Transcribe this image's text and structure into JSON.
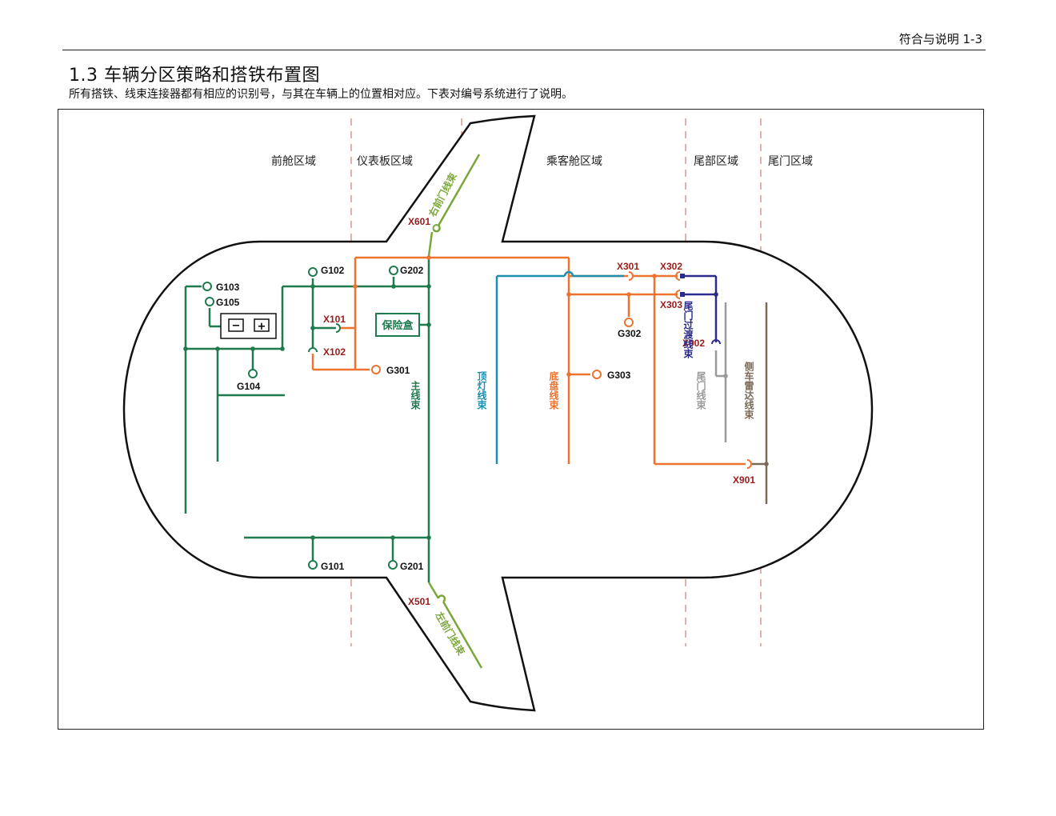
{
  "header": {
    "page_ref": "符合与说明 1-3"
  },
  "section": {
    "title": "1.3 车辆分区策略和搭铁布置图",
    "description": "所有搭铁、线束连接器都有相应的识别号，与其在车辆上的位置相对应。下表对编号系统进行了说明。"
  },
  "zones": [
    {
      "label": "前舱区域"
    },
    {
      "label": "仪表板区域"
    },
    {
      "label": "乘客舱区域"
    },
    {
      "label": "尾部区域"
    },
    {
      "label": "尾门区域"
    }
  ],
  "grounds": {
    "g101": "G101",
    "g102": "G102",
    "g103": "G103",
    "g104": "G104",
    "g105": "G105",
    "g201": "G201",
    "g202": "G202",
    "g301": "G301",
    "g302": "G302",
    "g303": "G303"
  },
  "connectors": {
    "x101": "X101",
    "x102": "X102",
    "x301": "X301",
    "x302": "X302",
    "x303": "X303",
    "x501": "X501",
    "x601": "X601",
    "x901": "X901",
    "x902": "X902"
  },
  "harnesses": {
    "right_front_door": {
      "label": "右前门线束",
      "color": "#7aa63a"
    },
    "left_front_door": {
      "label": "左前门线束",
      "color": "#7aa63a"
    },
    "main": {
      "label": "主线束",
      "color": "#1f7a4d"
    },
    "roof_light": {
      "label": "顶灯线束",
      "color": "#1a8fb0"
    },
    "chassis": {
      "label": "底盘线束",
      "color": "#ee7330"
    },
    "tailgate_jumper": {
      "label": "尾门过渡线束",
      "color": "#2b2b8a"
    },
    "tailgate": {
      "label": "尾门线束",
      "color": "#9a9a9a"
    },
    "side_radar": {
      "label": "侧车雷达线束",
      "color": "#7a6a55"
    }
  },
  "components": {
    "fuse_box": "保险盒",
    "battery_neg": "−",
    "battery_pos": "+"
  }
}
